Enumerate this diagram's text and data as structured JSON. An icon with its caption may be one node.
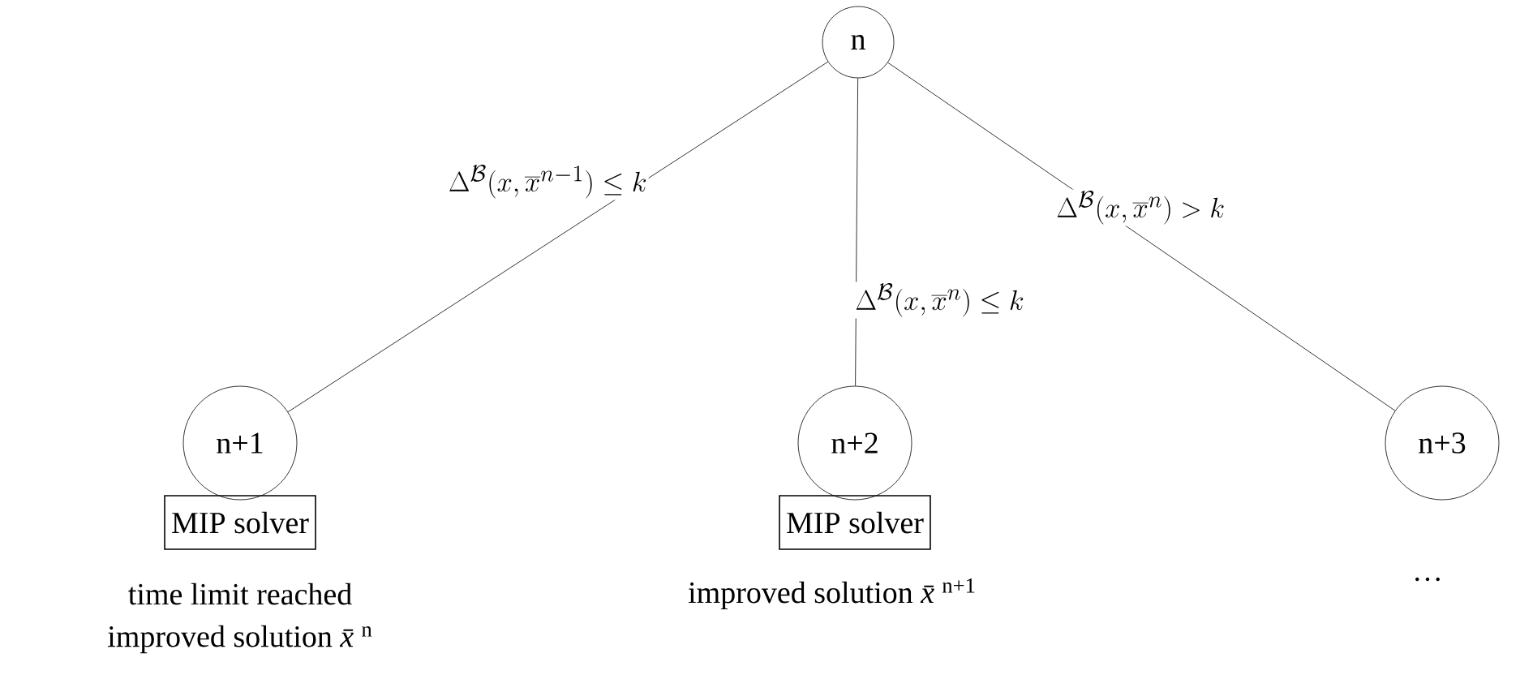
{
  "diagram": {
    "nodes": [
      {
        "text": [
          "n"
        ]
      },
      {
        "text": [
          "n+1"
        ]
      },
      {
        "text": [
          "n+2"
        ]
      },
      {
        "text": [
          "n+3"
        ],
        "beside": [
          "…"
        ]
      },
      {
        "text": [
          "MIP solver"
        ],
        "beside": [
          "time limit reached",
          "improved solution *x̄*$^{n}$"
        ]
      },
      {
        "text": [
          "MIP solver"
        ],
        "beside": [
          "improved solution *x̄*$^{n+1}$"
        ]
      }
    ],
    "edges": [
      {
        "from": 0,
        "to": 1,
        "arrow": "none",
        "label": "\\Delta^{\\mathcal{B}}(x,\\overline{x}^{n-1}) \\leq k"
      },
      {
        "from": 0,
        "to": 2,
        "arrow": "none",
        "label": "\\Delta^{\\mathcal{B}}(x,\\overline{x}^{n}) \\leq k"
      },
      {
        "from": 0,
        "to": 3,
        "arrow": "none",
        "label": "\\Delta^{\\mathcal{B}}(x,\\overline{x}^{n}) > k"
      }
    ]
  }
}
